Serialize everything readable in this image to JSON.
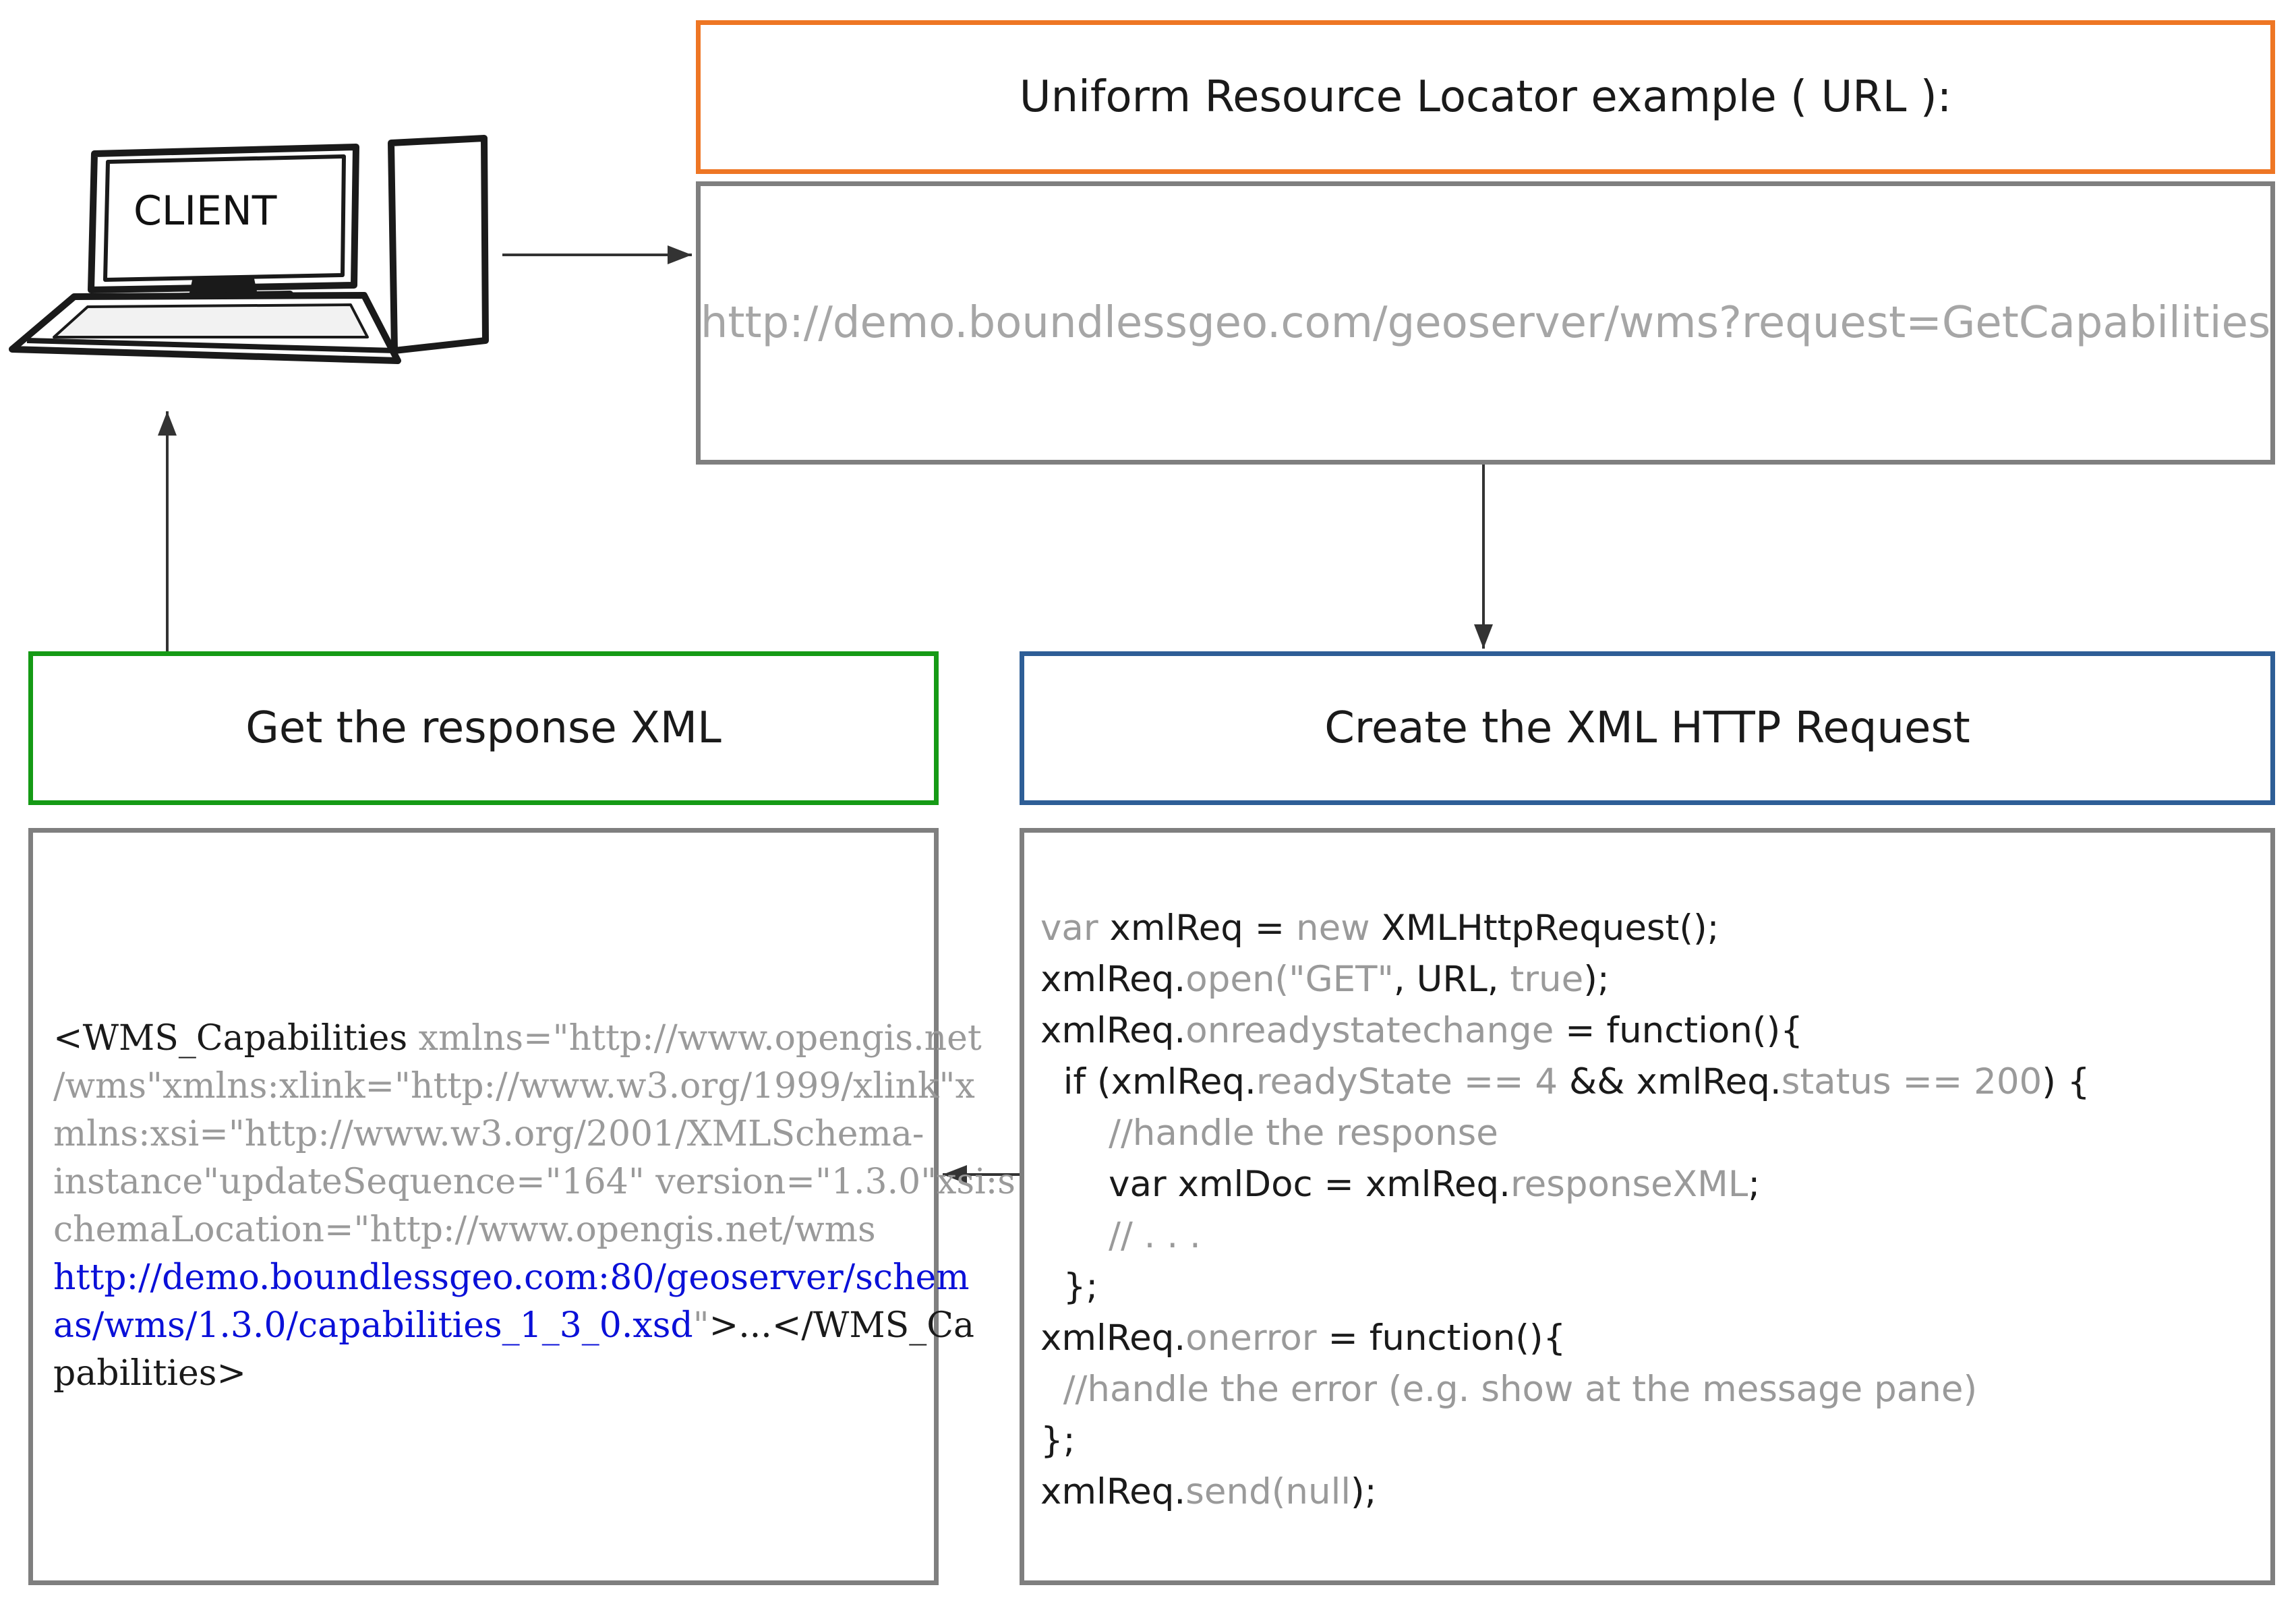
{
  "client": {
    "label": "CLIENT"
  },
  "url_panel": {
    "title": "Uniform Resource Locator example ( URL ):",
    "url": "http://demo.boundlessgeo.com/geoserver/wms?request=GetCapabilities"
  },
  "xhr_panel": {
    "title": "Create the XML HTTP Request",
    "code_lines": [
      [
        {
          "t": "var ",
          "c": "g"
        },
        {
          "t": "xmlReq = ",
          "c": "k"
        },
        {
          "t": "new ",
          "c": "g"
        },
        {
          "t": "XMLHttpRequest();",
          "c": "k"
        }
      ],
      [
        {
          "t": "xmlReq.",
          "c": "k"
        },
        {
          "t": "open(\"GET\"",
          "c": "g"
        },
        {
          "t": ", URL, ",
          "c": "k"
        },
        {
          "t": "true",
          "c": "g"
        },
        {
          "t": ");",
          "c": "k"
        }
      ],
      [
        {
          "t": "xmlReq.",
          "c": "k"
        },
        {
          "t": "onreadystatechange ",
          "c": "g"
        },
        {
          "t": "= function(){",
          "c": "k"
        }
      ],
      [
        {
          "t": "  if (xmlReq.",
          "c": "k"
        },
        {
          "t": "readyState == 4 ",
          "c": "g"
        },
        {
          "t": "&& xmlReq.",
          "c": "k"
        },
        {
          "t": "status == 200",
          "c": "g"
        },
        {
          "t": ") {",
          "c": "k"
        }
      ],
      [
        {
          "t": "      //handle the response",
          "c": "g"
        }
      ],
      [
        {
          "t": "      var xmlDoc = xmlReq.",
          "c": "k"
        },
        {
          "t": "responseXML",
          "c": "g"
        },
        {
          "t": ";",
          "c": "k"
        }
      ],
      [
        {
          "t": "      // . . .",
          "c": "g"
        }
      ],
      [
        {
          "t": "  };",
          "c": "k"
        }
      ],
      [
        {
          "t": "xmlReq.",
          "c": "k"
        },
        {
          "t": "onerror ",
          "c": "g"
        },
        {
          "t": "= function(){",
          "c": "k"
        }
      ],
      [
        {
          "t": "  //handle the error (e.g. show at the message pane)",
          "c": "g"
        }
      ],
      [
        {
          "t": "};",
          "c": "k"
        }
      ],
      [
        {
          "t": "xmlReq.",
          "c": "k"
        },
        {
          "t": "send(",
          "c": "g"
        },
        {
          "t": "null",
          "c": "g"
        },
        {
          "t": ");",
          "c": "k"
        }
      ]
    ]
  },
  "response_panel": {
    "title": "Get the response XML",
    "xml_lines": [
      [
        {
          "t": "<WMS_Capabilities ",
          "c": "k"
        },
        {
          "t": "xmlns=\"http://www.opengis.net",
          "c": "g"
        }
      ],
      [
        {
          "t": "/wms\"xmlns:xlink=\"http://www.w3.org/1999/xlink\"x",
          "c": "g"
        }
      ],
      [
        {
          "t": "mlns:xsi=\"http://www.w3.org/2001/XMLSchema-",
          "c": "g"
        }
      ],
      [
        {
          "t": "instance\"updateSequence=\"164\" version=\"1.3.0\"xsi:s",
          "c": "g"
        }
      ],
      [
        {
          "t": "chemaLocation=\"http://www.opengis.net/wms",
          "c": "g"
        }
      ],
      [
        {
          "t": "http://demo.boundlessgeo.com:80/geoserver/schem",
          "c": "b"
        }
      ],
      [
        {
          "t": "as/wms/1.3.0/capabilities_1_3_0.xsd",
          "c": "b"
        },
        {
          "t": "\"",
          "c": "g"
        },
        {
          "t": ">...</WMS_Ca",
          "c": "k"
        }
      ],
      [
        {
          "t": "pabilities>",
          "c": "k"
        }
      ]
    ]
  },
  "colors": {
    "url_title_border": "#ee7624",
    "xhr_title_border": "#2e5e96",
    "response_title_border": "#159a15",
    "panel_border": "#7f7f7f",
    "muted_text": "#9a9a9a",
    "link_text": "#0a10d8"
  }
}
